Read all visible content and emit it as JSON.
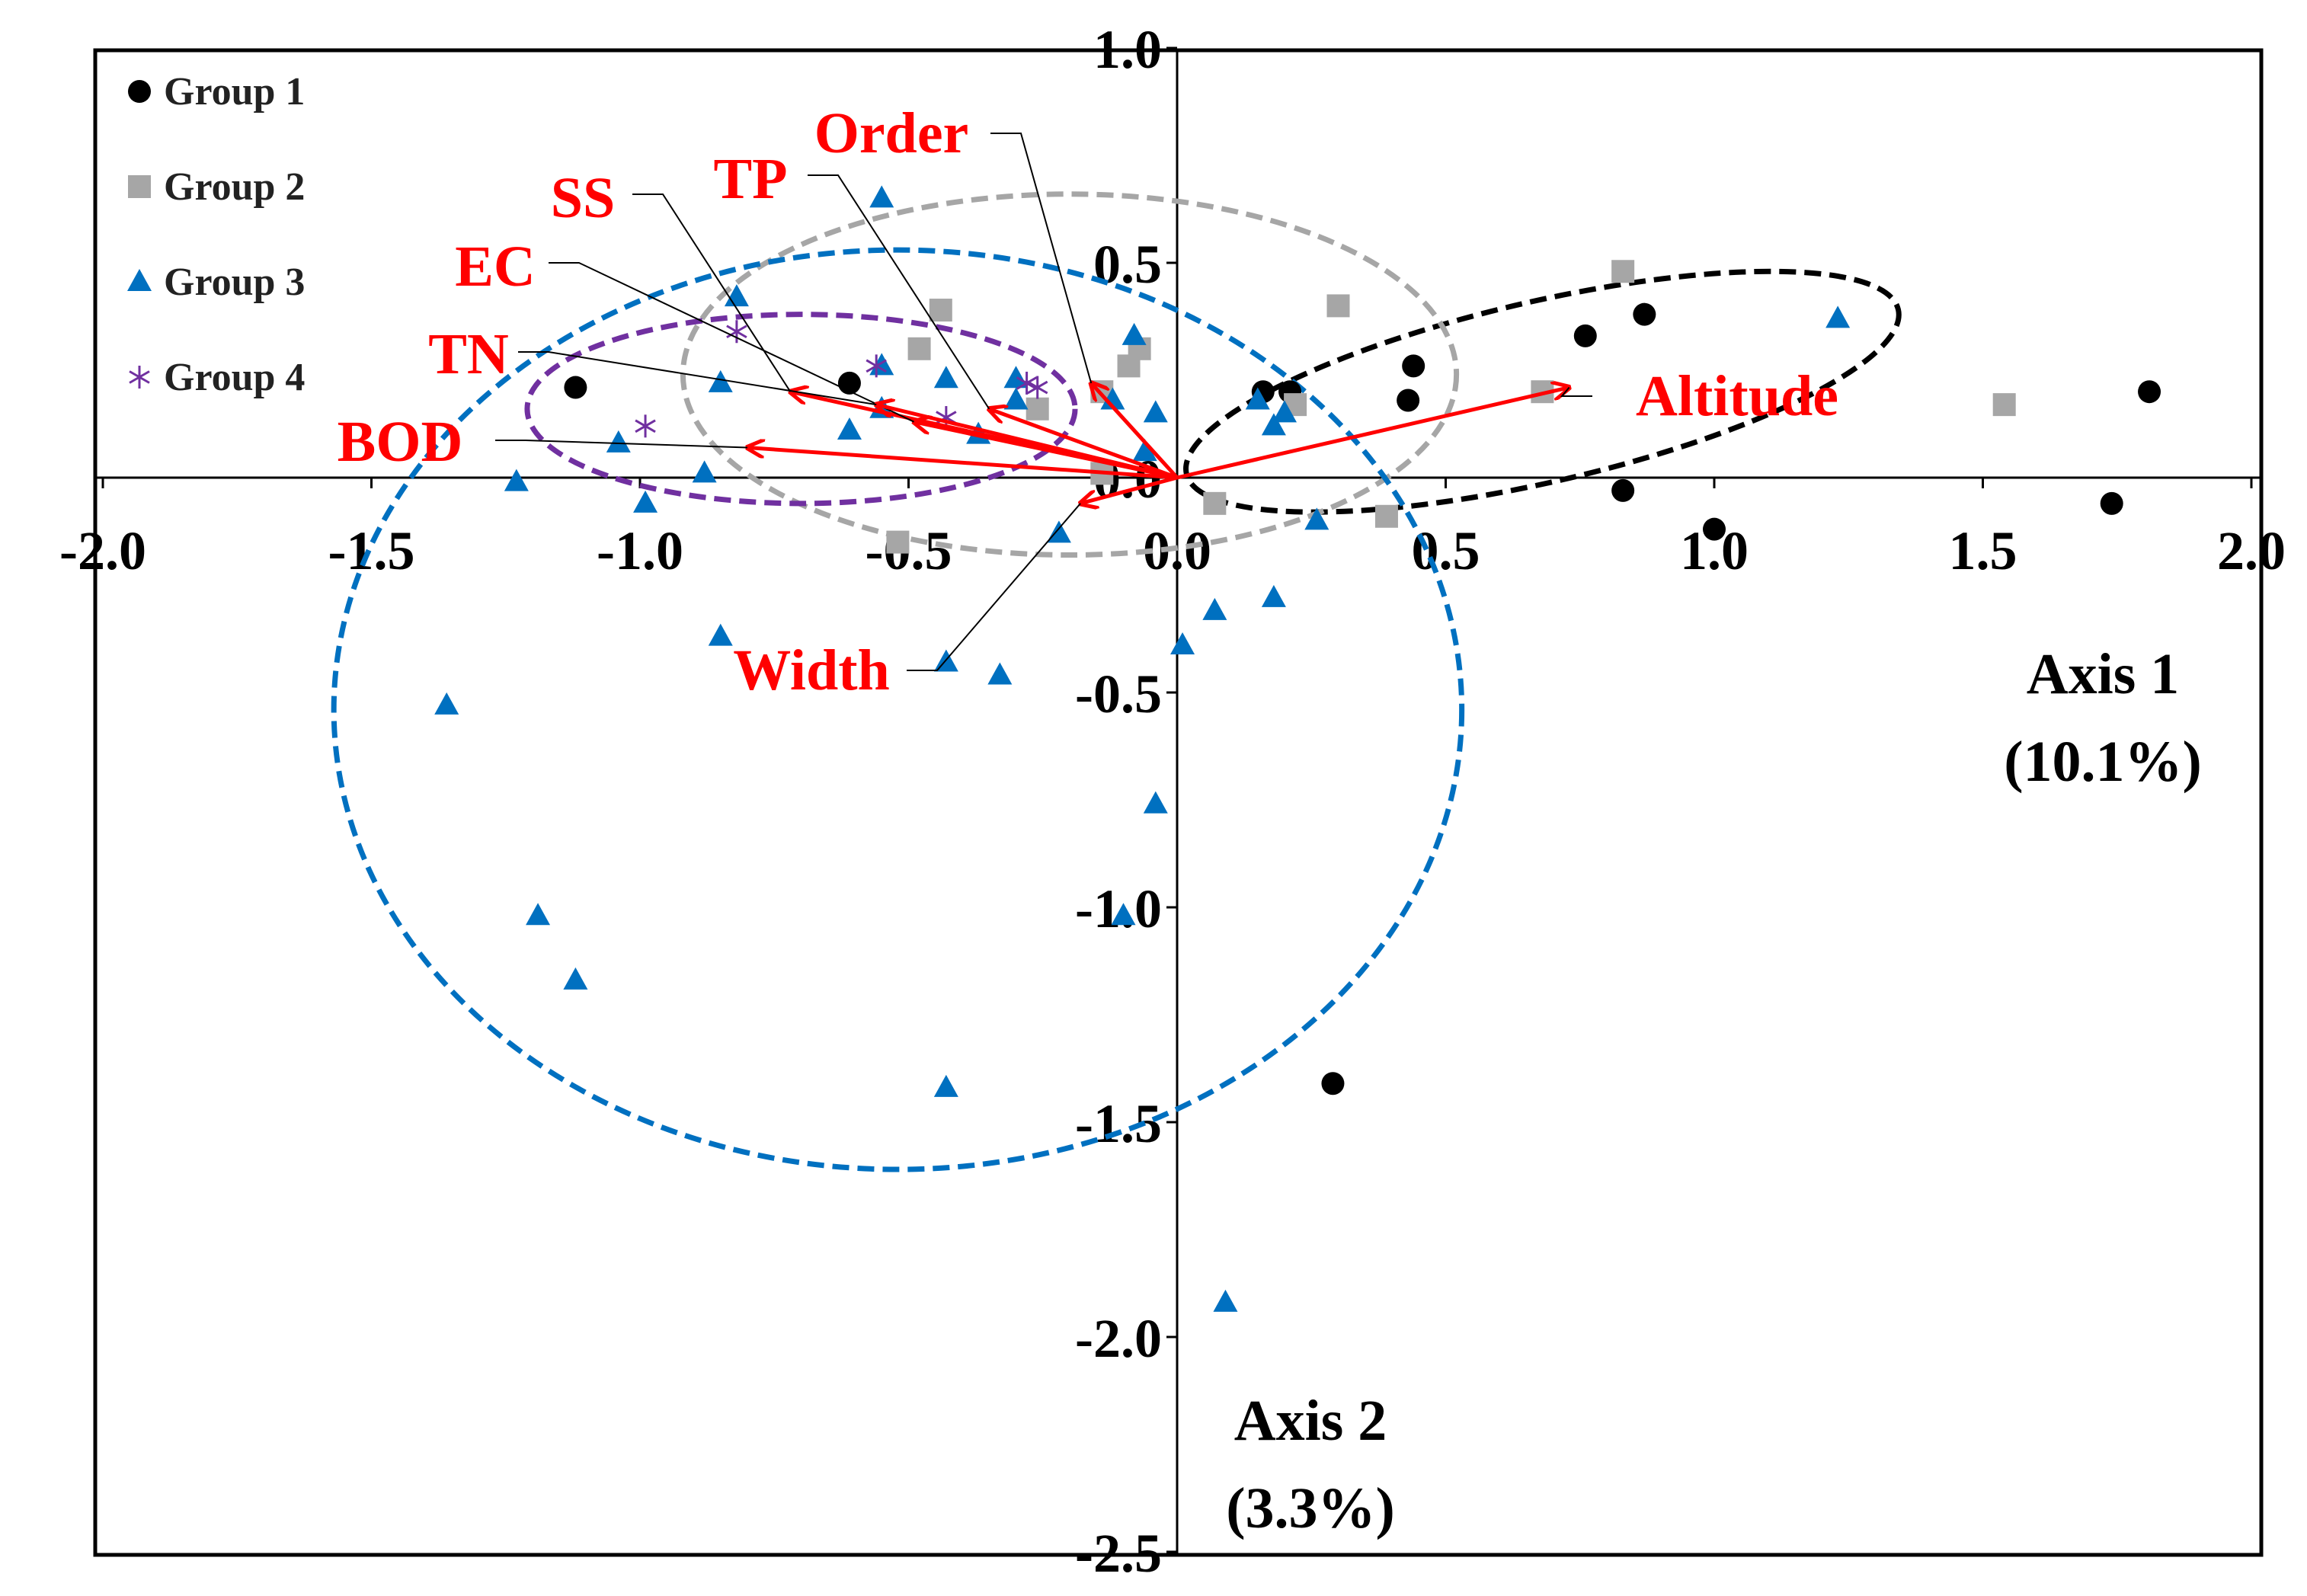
{
  "chart_data": {
    "type": "scatter",
    "x_axis": {
      "title": "Axis 1",
      "subtitle": "(10.1%)",
      "range": [
        -2.0,
        2.0
      ],
      "ticks": [
        "-2.0",
        "-1.5",
        "-1.0",
        "-0.5",
        "0.0",
        "0.5",
        "1.0",
        "1.5",
        "2.0"
      ]
    },
    "y_axis": {
      "title": "Axis 2",
      "subtitle": "(3.3%)",
      "range": [
        -2.5,
        1.0
      ],
      "ticks": [
        "1.0",
        "0.5",
        "0.0",
        "-0.5",
        "-1.0",
        "-1.5",
        "-2.0",
        "-2.5"
      ]
    },
    "legend_position": "top-left",
    "colors": {
      "group1": "#000000",
      "group2": "#a6a6a6",
      "group3": "#0070c0",
      "group4": "#7030a0",
      "vectors": "#ff0000"
    },
    "series": [
      {
        "name": "Group 1",
        "marker": "circle",
        "points": [
          [
            -1.12,
            0.21
          ],
          [
            -0.61,
            0.22
          ],
          [
            0.16,
            0.2
          ],
          [
            0.21,
            0.2
          ],
          [
            0.44,
            0.26
          ],
          [
            0.43,
            0.18
          ],
          [
            0.76,
            0.33
          ],
          [
            0.87,
            0.38
          ],
          [
            0.83,
            -0.03
          ],
          [
            1.0,
            -0.12
          ],
          [
            1.81,
            0.2
          ],
          [
            1.74,
            -0.06
          ],
          [
            0.29,
            -1.41
          ]
        ]
      },
      {
        "name": "Group 2",
        "marker": "square",
        "points": [
          [
            -0.44,
            0.39
          ],
          [
            -0.48,
            0.3
          ],
          [
            -0.07,
            0.3
          ],
          [
            -0.09,
            0.26
          ],
          [
            -0.14,
            0.2
          ],
          [
            -0.26,
            0.16
          ],
          [
            -0.14,
            0.01
          ],
          [
            0.07,
            -0.06
          ],
          [
            -0.52,
            -0.15
          ],
          [
            0.22,
            0.17
          ],
          [
            0.3,
            0.4
          ],
          [
            0.39,
            -0.09
          ],
          [
            0.68,
            0.2
          ],
          [
            0.83,
            0.48
          ],
          [
            1.54,
            0.17
          ]
        ]
      },
      {
        "name": "Group 3",
        "marker": "triangle",
        "points": [
          [
            -0.55,
            0.65
          ],
          [
            -0.55,
            0.26
          ],
          [
            -0.55,
            0.16
          ],
          [
            -0.61,
            0.11
          ],
          [
            -0.43,
            0.23
          ],
          [
            -0.37,
            0.1
          ],
          [
            -0.3,
            0.23
          ],
          [
            -0.3,
            0.18
          ],
          [
            -0.08,
            0.33
          ],
          [
            -0.12,
            0.18
          ],
          [
            -0.04,
            0.15
          ],
          [
            -0.06,
            0.06
          ],
          [
            -0.82,
            0.42
          ],
          [
            -0.85,
            0.22
          ],
          [
            -1.04,
            0.08
          ],
          [
            -1.23,
            -0.01
          ],
          [
            -0.99,
            -0.06
          ],
          [
            -0.88,
            0.01
          ],
          [
            -0.22,
            -0.13
          ],
          [
            -0.43,
            -0.43
          ],
          [
            -0.85,
            -0.37
          ],
          [
            -0.33,
            -0.46
          ],
          [
            0.01,
            -0.39
          ],
          [
            0.07,
            -0.31
          ],
          [
            0.18,
            -0.28
          ],
          [
            0.26,
            -0.1
          ],
          [
            -0.04,
            -0.76
          ],
          [
            -0.1,
            -1.02
          ],
          [
            -1.36,
            -0.53
          ],
          [
            -1.19,
            -1.02
          ],
          [
            -1.12,
            -1.17
          ],
          [
            -0.43,
            -1.42
          ],
          [
            0.09,
            -1.92
          ],
          [
            0.18,
            0.12
          ],
          [
            0.2,
            0.15
          ],
          [
            0.15,
            0.18
          ],
          [
            1.23,
            0.37
          ]
        ]
      },
      {
        "name": "Group 4",
        "marker": "asterisk",
        "points": [
          [
            -0.82,
            0.34
          ],
          [
            -0.56,
            0.26
          ],
          [
            -0.28,
            0.22
          ],
          [
            -0.26,
            0.21
          ],
          [
            -0.99,
            0.12
          ],
          [
            -0.43,
            0.14
          ]
        ]
      }
    ],
    "vectors": [
      {
        "name": "Order",
        "x": -0.16,
        "y": 0.22
      },
      {
        "name": "TP",
        "x": -0.35,
        "y": 0.16
      },
      {
        "name": "SS",
        "x": -0.72,
        "y": 0.2
      },
      {
        "name": "EC",
        "x": -0.49,
        "y": 0.13
      },
      {
        "name": "TN",
        "x": -0.56,
        "y": 0.17
      },
      {
        "name": "BOD",
        "x": -0.8,
        "y": 0.07
      },
      {
        "name": "Width",
        "x": -0.18,
        "y": -0.06
      },
      {
        "name": "Altitude",
        "x": 0.73,
        "y": 0.21
      }
    ],
    "ellipses": [
      {
        "group": "Group 1",
        "cx": 0.68,
        "cy": 0.2,
        "rx": 0.68,
        "ry": 0.21,
        "angle": 13
      },
      {
        "group": "Group 2",
        "cx": -0.2,
        "cy": 0.24,
        "rx": 0.72,
        "ry": 0.42,
        "angle": 0
      },
      {
        "group": "Group 3",
        "cx": -0.52,
        "cy": -0.54,
        "rx": 1.05,
        "ry": 1.07,
        "angle": 0
      },
      {
        "group": "Group 4",
        "cx": -0.7,
        "cy": 0.16,
        "rx": 0.51,
        "ry": 0.22,
        "angle": 0
      }
    ]
  }
}
